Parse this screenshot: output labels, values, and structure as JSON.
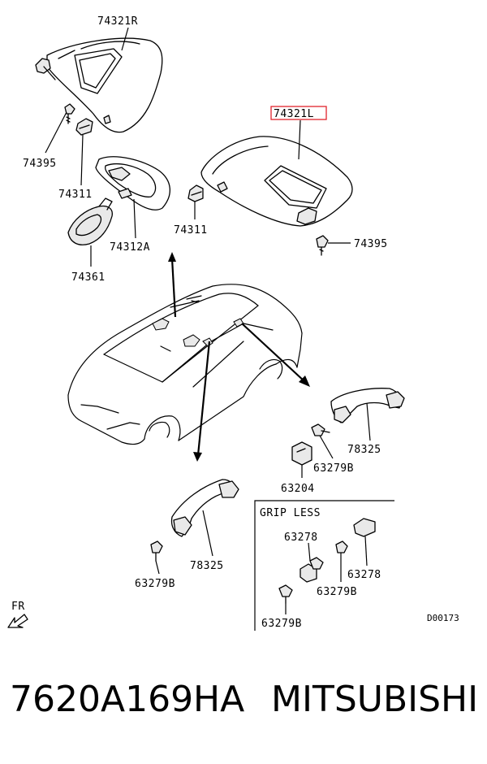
{
  "diagram": {
    "part_labels": {
      "visor_right": "74321R",
      "visor_left": "74321L",
      "screw_74395_a": "74395",
      "screw_74395_b": "74395",
      "clip_74311_a": "74311",
      "clip_74311_b": "74311",
      "mirror_74312a": "74312A",
      "cover_74361": "74361",
      "grip_78325_a": "78325",
      "grip_78325_b": "78325",
      "bolt_63279b_a": "63279B",
      "bolt_63279b_b": "63279B",
      "bolt_63279b_c": "63279B",
      "bolt_63279b_d": "63279B",
      "cap_63204": "63204",
      "cap_63278_a": "63278",
      "cap_63278_b": "63278"
    },
    "grip_less_title": "GRIP LESS",
    "front_marker": "FR",
    "diagram_code": "D00173",
    "highlight_color": "#e0242c"
  },
  "footer": {
    "part_number": "7620A169HA",
    "brand": "MITSUBISHI"
  }
}
